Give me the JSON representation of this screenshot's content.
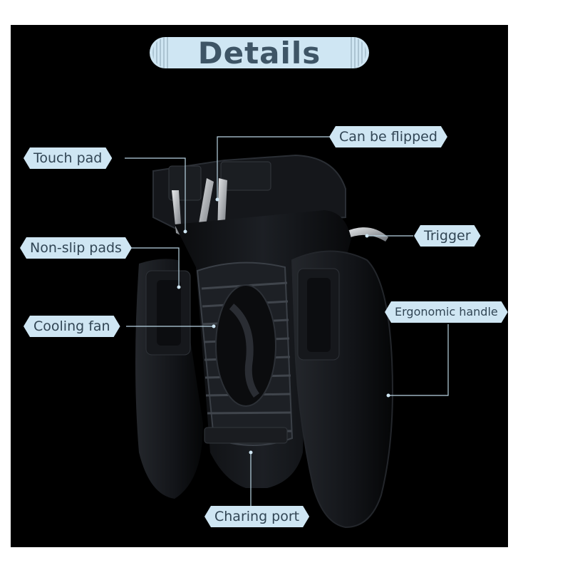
{
  "title": "Details",
  "labels": {
    "touch_pad": "Touch pad",
    "can_be_flipped": "Can be flipped",
    "non_slip_pads": "Non-slip pads",
    "trigger": "Trigger",
    "ergonomic_handle": "Ergonomic handle",
    "cooling_fan": "Cooling fan",
    "charging_port": "Charing port"
  },
  "colors": {
    "background": "#000000",
    "label_fill": "#cfe6f3",
    "label_text": "#314554",
    "leader_line": "#b9d4e2"
  }
}
